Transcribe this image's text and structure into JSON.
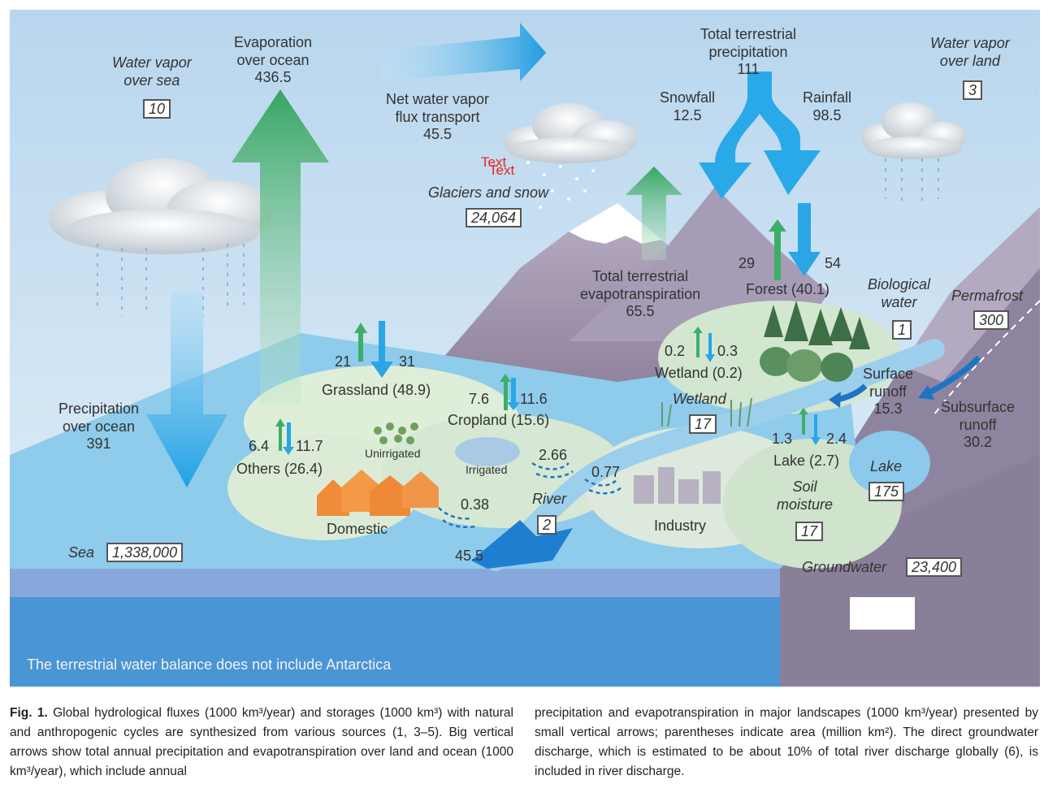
{
  "labels": {
    "water_vapor_sea_1": "Water vapor",
    "water_vapor_sea_2": "over sea",
    "water_vapor_sea_val": "10",
    "evap_ocean_1": "Evaporation",
    "evap_ocean_2": "over ocean",
    "evap_ocean_val": "436.5",
    "net_vapor_1": "Net water vapor",
    "net_vapor_2": "flux transport",
    "net_vapor_val": "45.5",
    "text_marker_1": "Text",
    "text_marker_2": "Text",
    "glaciers": "Glaciers and snow",
    "glaciers_val": "24,064",
    "total_precip_1": "Total terrestrial",
    "total_precip_2": "precipitation",
    "total_precip_val": "111",
    "snowfall": "Snowfall",
    "snowfall_val": "12.5",
    "rainfall": "Rainfall",
    "rainfall_val": "98.5",
    "water_vapor_land_1": "Water vapor",
    "water_vapor_land_2": "over land",
    "water_vapor_land_val": "3",
    "forest_up": "29",
    "forest_down": "54",
    "forest": "Forest (40.1)",
    "bio_water_1": "Biological",
    "bio_water_2": "water",
    "bio_water_val": "1",
    "permafrost": "Permafrost",
    "permafrost_val": "300",
    "evapotrans_1": "Total terrestrial",
    "evapotrans_2": "evapotranspiration",
    "evapotrans_val": "65.5",
    "wetland_up": "0.2",
    "wetland_down": "0.3",
    "wetland": "Wetland (0.2)",
    "wetland_store": "Wetland",
    "wetland_store_val": "17",
    "surface_runoff_1": "Surface",
    "surface_runoff_2": "runoff",
    "surface_runoff_val": "15.3",
    "subsurface_1": "Subsurface",
    "subsurface_2": "runoff",
    "subsurface_val": "30.2",
    "grass_up": "21",
    "grass_down": "31",
    "grassland": "Grassland (48.9)",
    "crop_up": "7.6",
    "crop_down": "11.6",
    "cropland": "Cropland (15.6)",
    "others_up": "6.4",
    "others_down": "11.7",
    "others": "Others (26.4)",
    "unirrigated": "Unirrigated",
    "irrigated": "Irrigated",
    "irr_flux": "2.66",
    "ind_flux": "0.77",
    "dom_flux": "0.38",
    "domestic": "Domestic",
    "river": "River",
    "river_val": "2",
    "river_flux": "45.5",
    "industry": "Industry",
    "lake_up": "1.3",
    "lake_down": "2.4",
    "lake_area": "Lake (2.7)",
    "lake_store": "Lake",
    "lake_store_val": "175",
    "soil_1": "Soil",
    "soil_2": "moisture",
    "soil_val": "17",
    "groundwater": "Groundwater",
    "groundwater_val": "23,400",
    "precip_ocean_1": "Precipitation",
    "precip_ocean_2": "over ocean",
    "precip_ocean_val": "391",
    "sea": "Sea",
    "sea_val": "1,338,000",
    "footnote": "The terrestrial water balance does not include Antarctica"
  },
  "caption": {
    "fig": "Fig. 1.",
    "left": "Global hydrological fluxes (1000 km³/year) and storages (1000 km³) with natural and anthropogenic cycles are synthesized from various sources (1, 3–5). Big vertical arrows show total annual precipitation and evapotranspiration over land and ocean (1000 km³/year), which include annual",
    "right": "precipitation and evapotranspiration in major landscapes (1000 km³/year) presented by small vertical arrows; parentheses indicate area (million km²). The direct groundwater discharge, which is estimated to be about 10% of total river discharge globally (6), is included in river discharge."
  },
  "colors": {
    "sky": "#cfe3f2",
    "sea_top": "#8ec9ea",
    "sea_side": "#3f8fd0",
    "land": "#dcebd9",
    "mountain": "#9a8fa8",
    "ground": "#8e849d",
    "arrow_blue": "#2aa6e6",
    "arrow_green": "#3dae6a"
  }
}
